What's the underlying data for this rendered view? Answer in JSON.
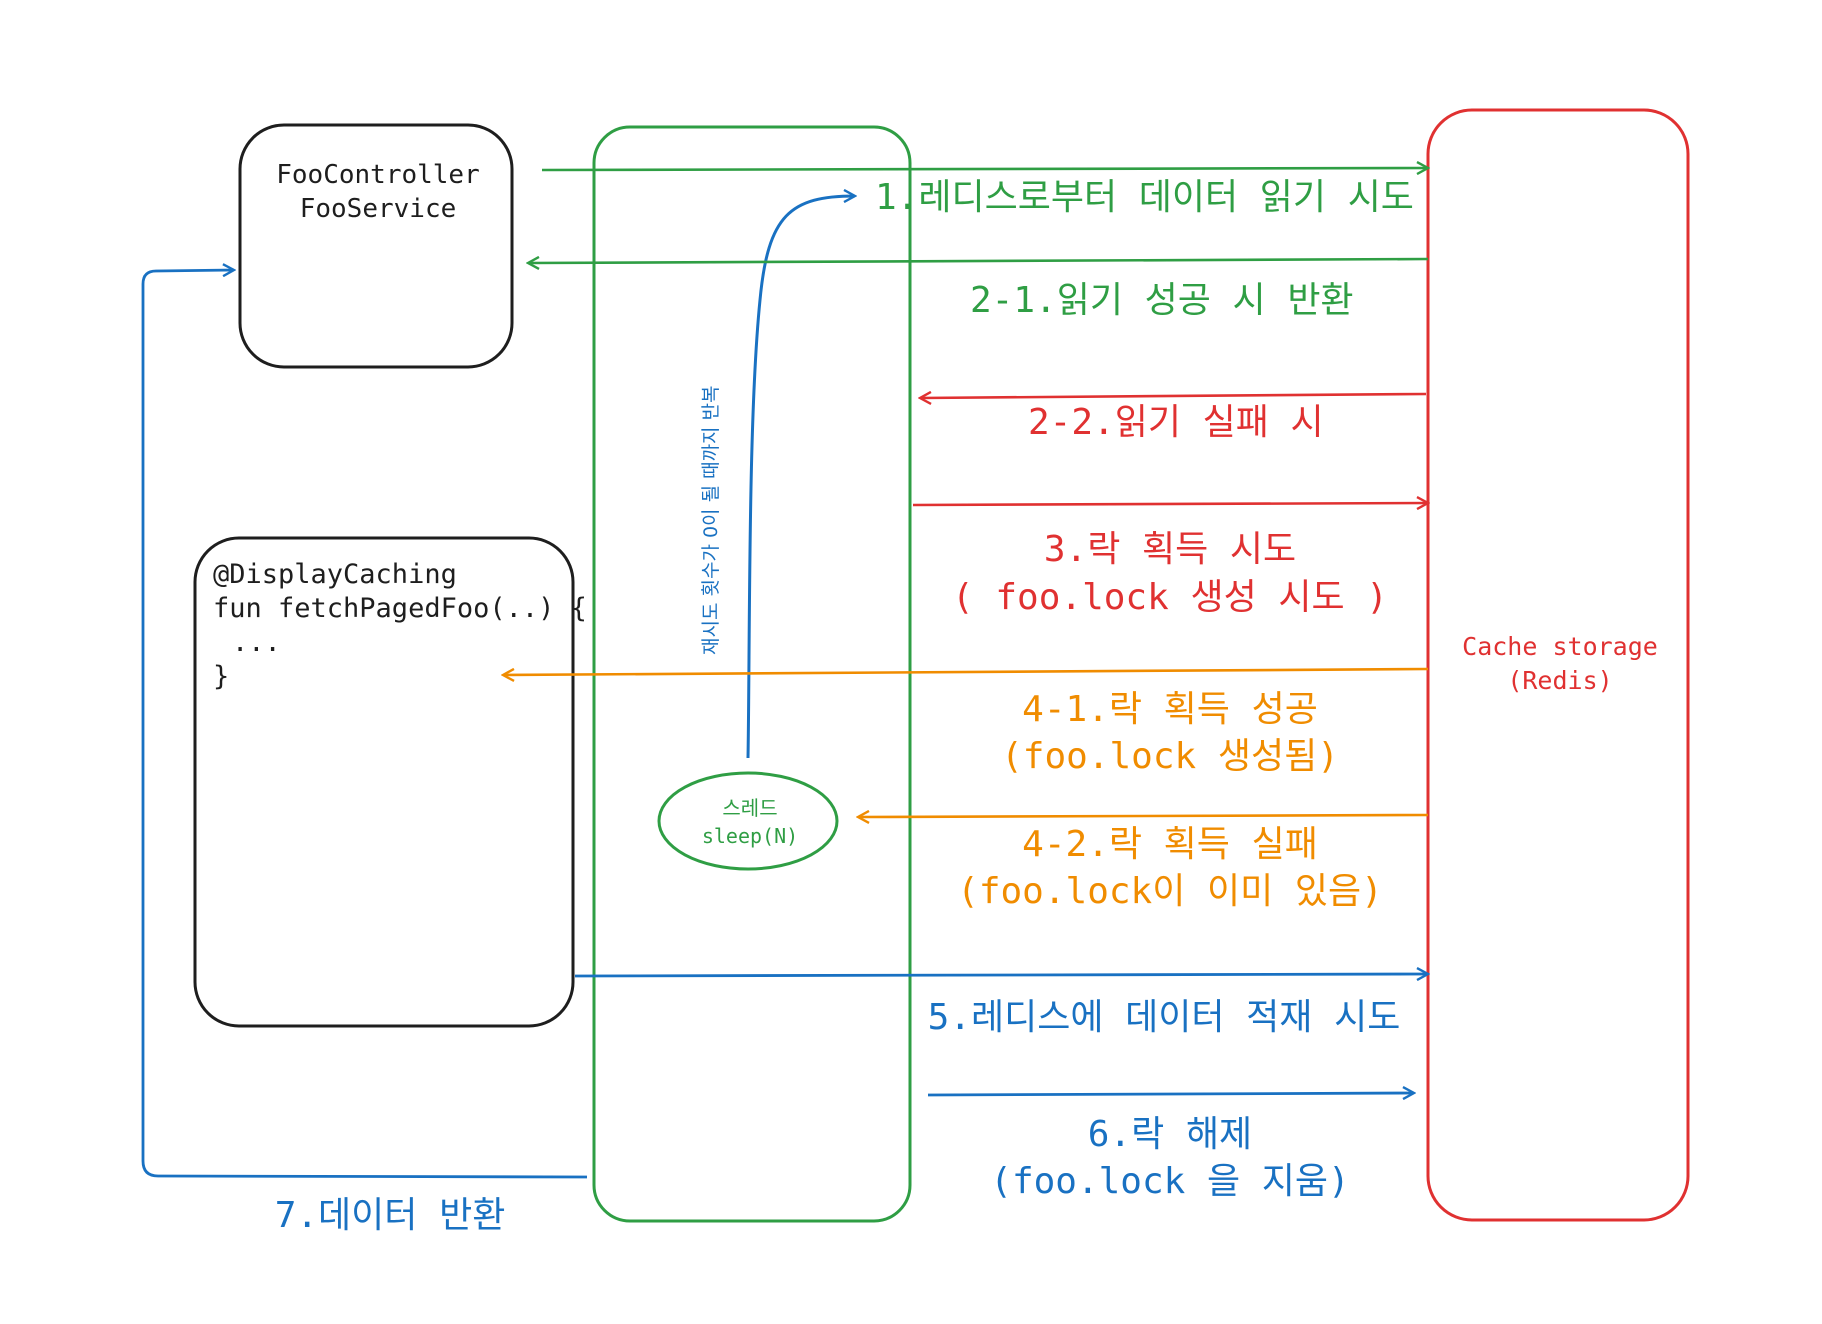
{
  "colors": {
    "black": "#1e1e1e",
    "green": "#2f9e44",
    "red": "#e03131",
    "orange": "#f08c00",
    "blue": "#1971c2"
  },
  "controller_box": {
    "line1": "FooController",
    "line2": "FooService"
  },
  "code_box": {
    "line1": "@DisplayCaching",
    "line2": "fun fetchPagedFoo(..) {",
    "line3": "...",
    "line4": "}"
  },
  "cache_box": {
    "line1": "Cache storage",
    "line2": "(Redis)"
  },
  "thread_ellipse": {
    "line1": "스레드",
    "line2": "sleep(N)"
  },
  "retry_note": "재시도 횟수가 0이 될 때까지 반복",
  "steps": {
    "s1": "1.레디스로부터 데이터 읽기 시도",
    "s2_1": "2-1.읽기 성공 시 반환",
    "s2_2": "2-2.읽기 실패 시",
    "s3_a": "3.락 획득 시도",
    "s3_b": "( foo.lock 생성 시도 )",
    "s4_1a": "4-1.락 획득 성공",
    "s4_1b": "(foo.lock 생성됨)",
    "s4_2a": "4-2.락 획득 실패",
    "s4_2b": "(foo.lock이 이미 있음)",
    "s5": "5.레디스에 데이터 적재 시도",
    "s6_a": "6.락 해제",
    "s6_b": "(foo.lock 을 지움)",
    "s7": "7.데이터 반환"
  }
}
